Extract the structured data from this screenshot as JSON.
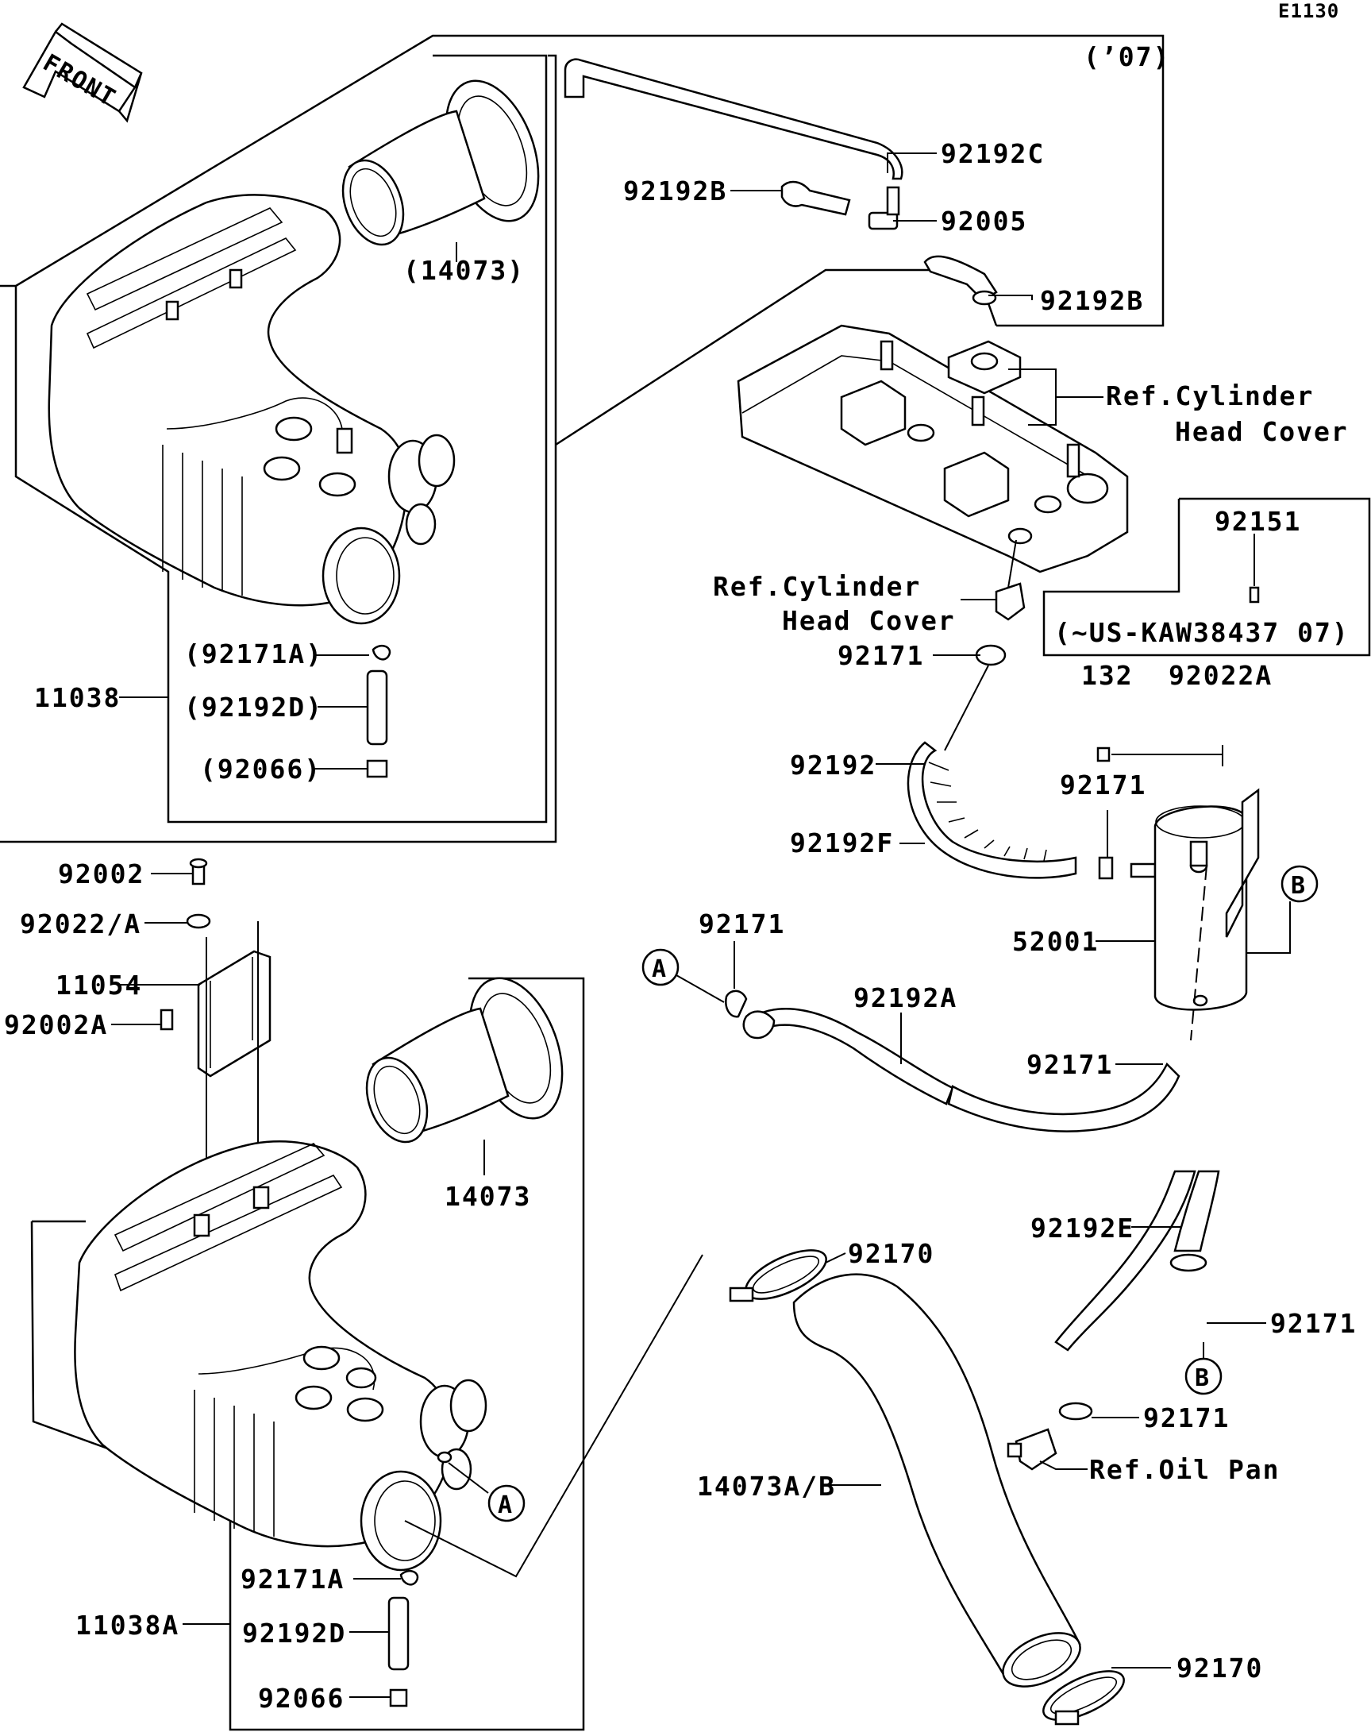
{
  "diagram": {
    "code": "E1130",
    "front_label": "FRONT",
    "year_note": "(’07)",
    "serial_note": "(~US-KAW38437  07)",
    "callouts": {
      "A": "A",
      "B": "B"
    },
    "labels": {
      "p14073_paren": "(14073)",
      "p92192C": "92192C",
      "p92192B_top": "92192B",
      "p92005": "92005",
      "p92192B_right": "92192B",
      "ref_cyl_head_cover_1a": "Ref.Cylinder",
      "ref_cyl_head_cover_1b": "Head Cover",
      "ref_cyl_head_cover_2a": "Ref.Cylinder",
      "ref_cyl_head_cover_2b": "Head Cover",
      "p92151": "92151",
      "p92171_a": "92171",
      "p132": "132",
      "p92022A": "92022A",
      "p92192": "92192",
      "p92171_b": "92171",
      "p92192F": "92192F",
      "p52001": "52001",
      "p92171_c": "92171",
      "p92192A": "92192A",
      "p92171_d": "92171",
      "p92192E": "92192E",
      "p92171_e": "92171",
      "p92171_f": "92171",
      "ref_oil_pan": "Ref.Oil Pan",
      "p92170_top": "92170",
      "p92170_bottom": "92170",
      "p14073AB": "14073A/B",
      "p92171A_paren": "(92171A)",
      "p11038": "11038",
      "p92192D_paren": "(92192D)",
      "p92066_paren": "(92066)",
      "p92002": "92002",
      "p92022_A": "92022/A",
      "p11054": "11054",
      "p92002A": "92002A",
      "p14073": "14073",
      "p92171A": "92171A",
      "p11038A": "11038A",
      "p92192D": "92192D",
      "p92066": "92066"
    }
  }
}
